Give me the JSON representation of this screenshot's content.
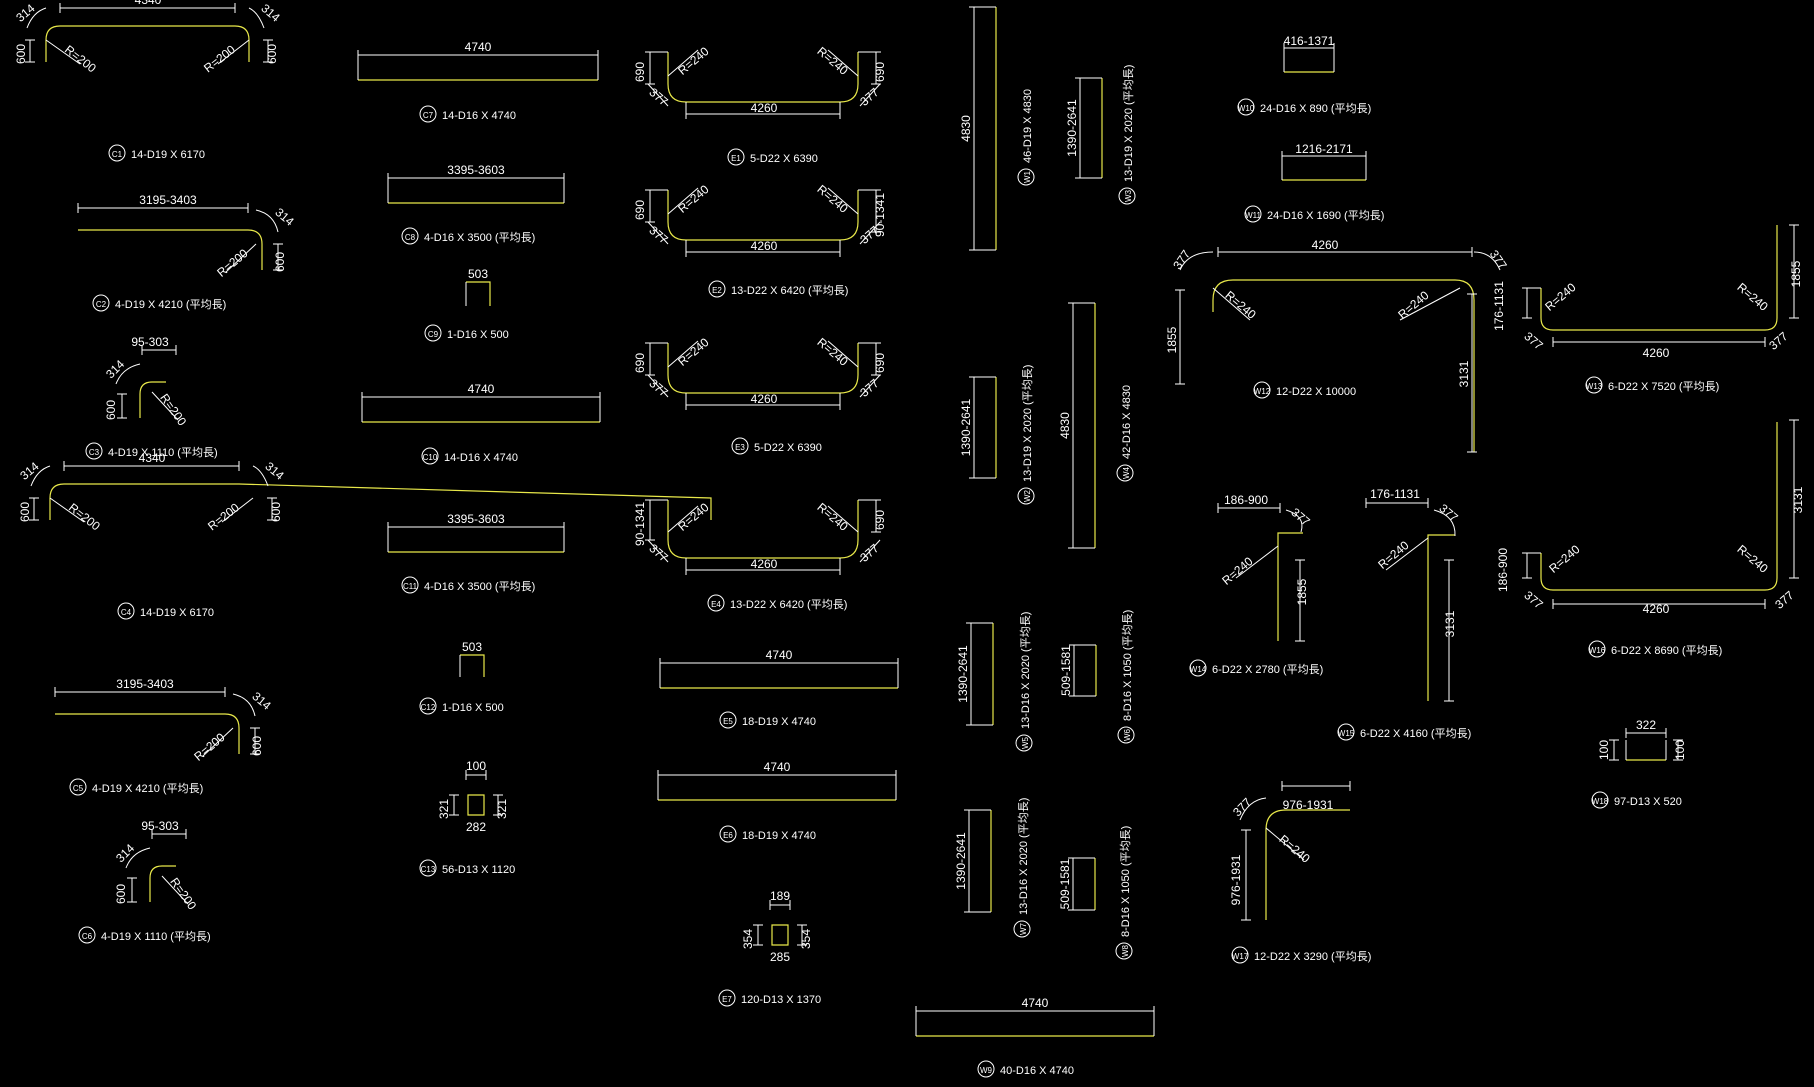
{
  "colors": {
    "background": "#000000",
    "bar_line": "#e8e84a",
    "dimension_line": "#ffffff",
    "text": "#ffffff"
  },
  "shapes": [
    {
      "id": "C1",
      "label": "14-D19 X 6170",
      "dims": [
        "4340",
        "314",
        "314",
        "600",
        "600",
        "R=200",
        "R=200"
      ]
    },
    {
      "id": "C2",
      "label": "4-D19 X 4210 (平均長)",
      "dims": [
        "3195-3403",
        "314",
        "600",
        "R=200"
      ]
    },
    {
      "id": "C3",
      "label": "4-D19 X 1110 (平均長)",
      "dims": [
        "95-303",
        "314",
        "600",
        "R=200"
      ]
    },
    {
      "id": "C4",
      "label": "14-D19 X 6170",
      "dims": [
        "4340",
        "314",
        "314",
        "600",
        "600",
        "R=200",
        "R=200"
      ]
    },
    {
      "id": "C5",
      "label": "4-D19 X 4210 (平均長)",
      "dims": [
        "3195-3403",
        "314",
        "600",
        "R=200"
      ]
    },
    {
      "id": "C6",
      "label": "4-D19 X 1110 (平均長)",
      "dims": [
        "95-303",
        "314",
        "600",
        "R=200"
      ]
    },
    {
      "id": "C7",
      "label": "14-D16 X 4740",
      "dims": [
        "4740"
      ]
    },
    {
      "id": "C8",
      "label": "4-D16 X 3500 (平均長)",
      "dims": [
        "3395-3603"
      ]
    },
    {
      "id": "C9",
      "label": "1-D16 X 500",
      "dims": [
        "503"
      ]
    },
    {
      "id": "C10",
      "label": "14-D16 X 4740",
      "dims": [
        "4740"
      ]
    },
    {
      "id": "C11",
      "label": "4-D16 X 3500 (平均長)",
      "dims": [
        "3395-3603"
      ]
    },
    {
      "id": "C12",
      "label": "1-D16 X 500",
      "dims": [
        "503"
      ]
    },
    {
      "id": "C13",
      "label": "56-D13 X 1120",
      "dims": [
        "100",
        "321",
        "321",
        "282"
      ]
    },
    {
      "id": "E1",
      "label": "5-D22 X 6390",
      "dims": [
        "4260",
        "690",
        "690",
        "377",
        "377",
        "R=240",
        "R=240"
      ]
    },
    {
      "id": "E2",
      "label": "13-D22 X 6420 (平均長)",
      "dims": [
        "4260",
        "690",
        "90-1341",
        "377",
        "377",
        "R=240",
        "R=240"
      ]
    },
    {
      "id": "E3",
      "label": "5-D22 X 6390",
      "dims": [
        "4260",
        "690",
        "690",
        "377",
        "377",
        "R=240",
        "R=240"
      ]
    },
    {
      "id": "E4",
      "label": "13-D22 X 6420 (平均長)",
      "dims": [
        "4260",
        "90-1341",
        "690",
        "377",
        "377",
        "R=240",
        "R=240"
      ]
    },
    {
      "id": "E5",
      "label": "18-D19 X 4740",
      "dims": [
        "4740"
      ]
    },
    {
      "id": "E6",
      "label": "18-D19 X 4740",
      "dims": [
        "4740"
      ]
    },
    {
      "id": "E7",
      "label": "120-D13 X 1370",
      "dims": [
        "189",
        "354",
        "354",
        "285"
      ]
    },
    {
      "id": "W1",
      "label": "46-D19 X 4830",
      "dims": [
        "4830"
      ]
    },
    {
      "id": "W2",
      "label": "13-D19 X 2020 (平均長)",
      "dims": [
        "1390-2641"
      ]
    },
    {
      "id": "W3",
      "label": "13-D19 X 2020 (平均長)",
      "dims": [
        "1390-2641"
      ]
    },
    {
      "id": "W4",
      "label": "42-D16 X 4830",
      "dims": [
        "4830"
      ]
    },
    {
      "id": "W5",
      "label": "13-D16 X 2020 (平均長)",
      "dims": [
        "1390-2641"
      ]
    },
    {
      "id": "W6",
      "label": "8-D16 X 1050 (平均長)",
      "dims": [
        "509-1581"
      ]
    },
    {
      "id": "W7",
      "label": "13-D16 X 2020 (平均長)",
      "dims": [
        "1390-2641"
      ]
    },
    {
      "id": "W8",
      "label": "8-D16 X 1050 (平均長)",
      "dims": [
        "509-1581"
      ]
    },
    {
      "id": "W9",
      "label": "40-D16 X 4740",
      "dims": [
        "4740"
      ]
    },
    {
      "id": "W10",
      "label": "24-D16 X 890 (平均長)",
      "dims": [
        "416-1371"
      ]
    },
    {
      "id": "W11",
      "label": "24-D16 X 1690 (平均長)",
      "dims": [
        "1216-2171"
      ]
    },
    {
      "id": "W12",
      "label": "12-D22 X 10000",
      "dims": [
        "4260",
        "377",
        "377",
        "1855",
        "3131",
        "R=240",
        "R=240"
      ]
    },
    {
      "id": "W13",
      "label": "6-D22 X 7520 (平均長)",
      "dims": [
        "4260",
        "176-1131",
        "1855",
        "377",
        "377",
        "R=240",
        "R=240"
      ]
    },
    {
      "id": "W14",
      "label": "6-D22 X 2780 (平均長)",
      "dims": [
        "186-900",
        "377",
        "1855",
        "R=240"
      ]
    },
    {
      "id": "W15",
      "label": "6-D22 X 4160 (平均長)",
      "dims": [
        "176-1131",
        "377",
        "3131",
        "R=240"
      ]
    },
    {
      "id": "W16",
      "label": "6-D22 X 8690 (平均長)",
      "dims": [
        "4260",
        "186-900",
        "3131",
        "377",
        "377",
        "R=240",
        "R=240"
      ]
    },
    {
      "id": "W17",
      "label": "12-D22 X 3290 (平均長)",
      "dims": [
        "976-1931",
        "377",
        "976-1931",
        "R=240"
      ]
    },
    {
      "id": "W18",
      "label": "97-D13 X 520",
      "dims": [
        "322",
        "100",
        "100"
      ]
    }
  ]
}
